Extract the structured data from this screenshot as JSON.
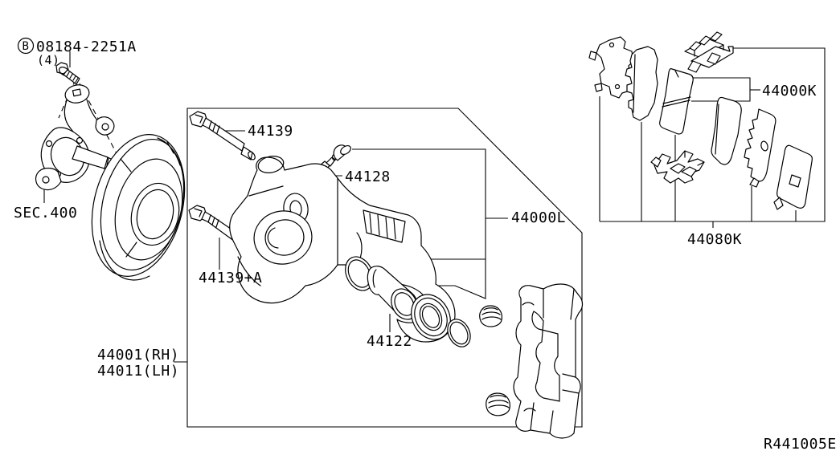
{
  "diagram": {
    "drawing_ref": "R441005E",
    "callouts": {
      "bolt_marker": "B",
      "bolt_part_number": "08184-2251A",
      "bolt_quantity": "(4)",
      "section_ref": "SEC.400",
      "slide_pin_upper": "44139",
      "bleeder_screw": "44128",
      "slide_pin_lower": "44139+A",
      "caliper_assembly": "44000L",
      "piston_kit": "44122",
      "caliper_right_hand": "44001(RH)",
      "caliper_left_hand": "44011(LH)",
      "pad_kit": "44000K",
      "pad_hardware_kit": "44080K"
    },
    "colors": {
      "line": "#000000",
      "background": "#ffffff"
    }
  }
}
